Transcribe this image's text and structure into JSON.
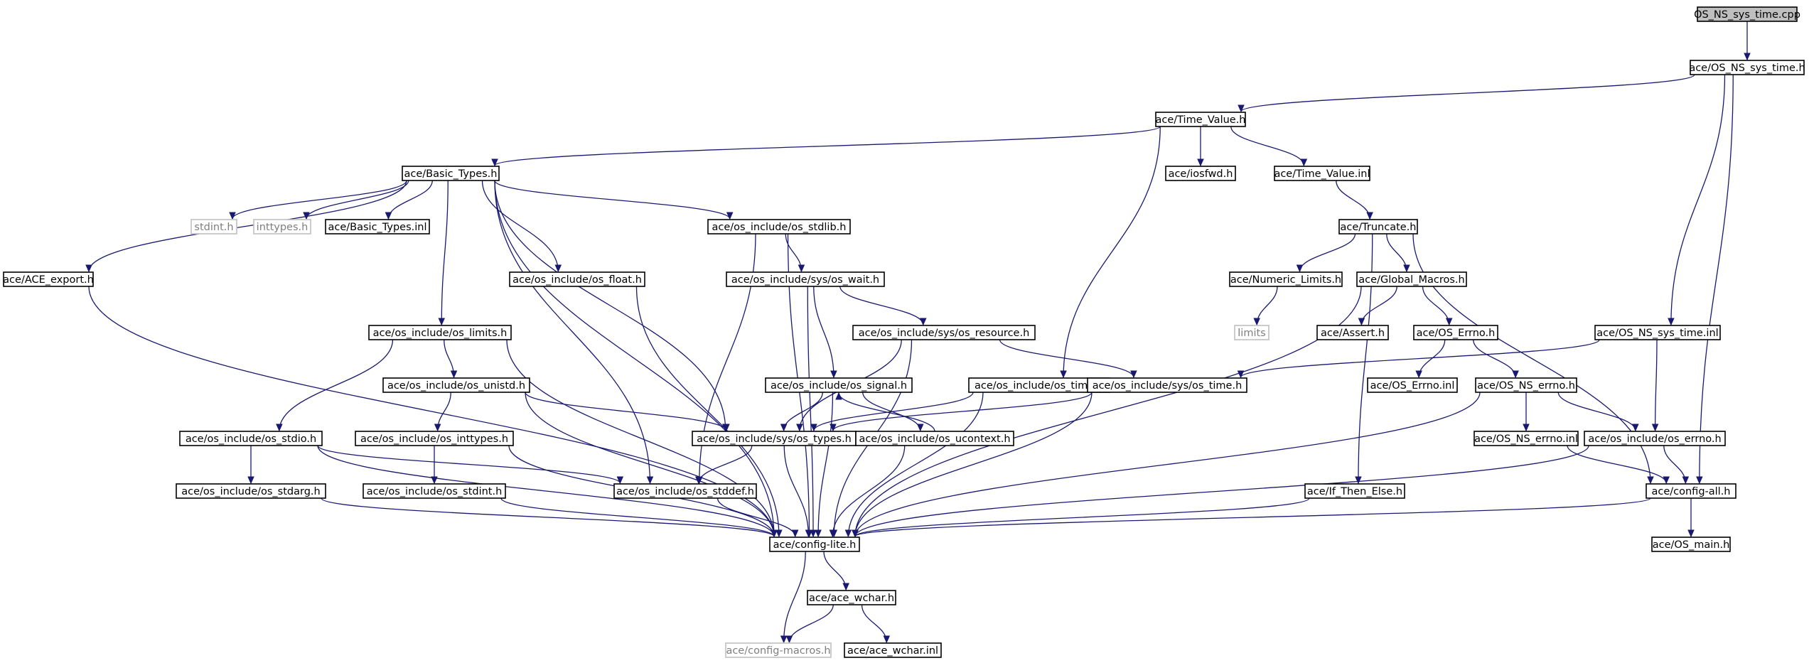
{
  "nodes": [
    {
      "id": "os_ns_sys_time_cpp",
      "label": "OS_NS_sys_time.cpp",
      "kind": "root"
    },
    {
      "id": "ace_os_ns_sys_time_h",
      "label": "ace/OS_NS_sys_time.h",
      "kind": "normal"
    },
    {
      "id": "ace_time_value_h",
      "label": "ace/Time_Value.h",
      "kind": "normal"
    },
    {
      "id": "ace_basic_types_h",
      "label": "ace/Basic_Types.h",
      "kind": "normal"
    },
    {
      "id": "ace_iosfwd_h",
      "label": "ace/iosfwd.h",
      "kind": "normal"
    },
    {
      "id": "ace_time_value_inl",
      "label": "ace/Time_Value.inl",
      "kind": "normal"
    },
    {
      "id": "stdint_h",
      "label": "stdint.h",
      "kind": "ext"
    },
    {
      "id": "inttypes_h",
      "label": "inttypes.h",
      "kind": "ext"
    },
    {
      "id": "ace_basic_types_inl",
      "label": "ace/Basic_Types.inl",
      "kind": "normal"
    },
    {
      "id": "os_stdlib_h",
      "label": "ace/os_include/os_stdlib.h",
      "kind": "normal"
    },
    {
      "id": "ace_truncate_h",
      "label": "ace/Truncate.h",
      "kind": "normal"
    },
    {
      "id": "ace_ace_export_h",
      "label": "ace/ACE_export.h",
      "kind": "normal"
    },
    {
      "id": "os_float_h",
      "label": "ace/os_include/os_float.h",
      "kind": "normal"
    },
    {
      "id": "os_sys_wait_h",
      "label": "ace/os_include/sys/os_wait.h",
      "kind": "normal"
    },
    {
      "id": "ace_numeric_limits_h",
      "label": "ace/Numeric_Limits.h",
      "kind": "normal"
    },
    {
      "id": "ace_global_macros_h",
      "label": "ace/Global_Macros.h",
      "kind": "normal"
    },
    {
      "id": "os_limits_h",
      "label": "ace/os_include/os_limits.h",
      "kind": "normal"
    },
    {
      "id": "os_sys_resource_h",
      "label": "ace/os_include/sys/os_resource.h",
      "kind": "normal"
    },
    {
      "id": "limits",
      "label": "limits",
      "kind": "ext"
    },
    {
      "id": "ace_assert_h",
      "label": "ace/Assert.h",
      "kind": "normal"
    },
    {
      "id": "ace_os_errno_h",
      "label": "ace/OS_Errno.h",
      "kind": "normal"
    },
    {
      "id": "ace_os_ns_sys_time_inl",
      "label": "ace/OS_NS_sys_time.inl",
      "kind": "normal"
    },
    {
      "id": "os_unistd_h",
      "label": "ace/os_include/os_unistd.h",
      "kind": "normal"
    },
    {
      "id": "os_signal_h",
      "label": "ace/os_include/os_signal.h",
      "kind": "normal"
    },
    {
      "id": "os_time_h",
      "label": "ace/os_include/os_time.h",
      "kind": "normal"
    },
    {
      "id": "os_sys_time_h",
      "label": "ace/os_include/sys/os_time.h",
      "kind": "normal"
    },
    {
      "id": "ace_os_errno_inl",
      "label": "ace/OS_Errno.inl",
      "kind": "normal"
    },
    {
      "id": "ace_os_ns_errno_h",
      "label": "ace/OS_NS_errno.h",
      "kind": "normal"
    },
    {
      "id": "os_stdio_h",
      "label": "ace/os_include/os_stdio.h",
      "kind": "normal"
    },
    {
      "id": "os_inttypes_h",
      "label": "ace/os_include/os_inttypes.h",
      "kind": "normal"
    },
    {
      "id": "os_sys_types_h",
      "label": "ace/os_include/sys/os_types.h",
      "kind": "normal"
    },
    {
      "id": "os_ucontext_h",
      "label": "ace/os_include/os_ucontext.h",
      "kind": "normal"
    },
    {
      "id": "ace_os_ns_errno_inl",
      "label": "ace/OS_NS_errno.inl",
      "kind": "normal"
    },
    {
      "id": "os_errno_h",
      "label": "ace/os_include/os_errno.h",
      "kind": "normal"
    },
    {
      "id": "os_stdarg_h",
      "label": "ace/os_include/os_stdarg.h",
      "kind": "normal"
    },
    {
      "id": "os_stdint_h",
      "label": "ace/os_include/os_stdint.h",
      "kind": "normal"
    },
    {
      "id": "os_stddef_h",
      "label": "ace/os_include/os_stddef.h",
      "kind": "normal"
    },
    {
      "id": "ace_if_then_else_h",
      "label": "ace/If_Then_Else.h",
      "kind": "normal"
    },
    {
      "id": "ace_config_all_h",
      "label": "ace/config-all.h",
      "kind": "normal"
    },
    {
      "id": "ace_config_lite_h",
      "label": "ace/config-lite.h",
      "kind": "normal"
    },
    {
      "id": "ace_os_main_h",
      "label": "ace/OS_main.h",
      "kind": "normal"
    },
    {
      "id": "ace_ace_wchar_h",
      "label": "ace/ace_wchar.h",
      "kind": "normal"
    },
    {
      "id": "ace_config_macros_h",
      "label": "ace/config-macros.h",
      "kind": "ext"
    },
    {
      "id": "ace_ace_wchar_inl",
      "label": "ace/ace_wchar.inl",
      "kind": "normal"
    }
  ],
  "edges": [
    [
      "os_ns_sys_time_cpp",
      "ace_os_ns_sys_time_h"
    ],
    [
      "ace_os_ns_sys_time_h",
      "ace_time_value_h"
    ],
    [
      "ace_os_ns_sys_time_h",
      "ace_os_ns_sys_time_inl"
    ],
    [
      "ace_os_ns_sys_time_h",
      "ace_config_all_h"
    ],
    [
      "ace_time_value_h",
      "ace_basic_types_h"
    ],
    [
      "ace_time_value_h",
      "ace_iosfwd_h"
    ],
    [
      "ace_time_value_h",
      "ace_time_value_inl"
    ],
    [
      "ace_time_value_h",
      "os_time_h"
    ],
    [
      "ace_basic_types_h",
      "stdint_h"
    ],
    [
      "ace_basic_types_h",
      "inttypes_h"
    ],
    [
      "ace_basic_types_h",
      "ace_basic_types_inl"
    ],
    [
      "ace_basic_types_h",
      "os_stdlib_h"
    ],
    [
      "ace_basic_types_h",
      "ace_ace_export_h"
    ],
    [
      "ace_basic_types_h",
      "os_float_h"
    ],
    [
      "ace_basic_types_h",
      "os_limits_h"
    ],
    [
      "ace_basic_types_h",
      "os_sys_types_h"
    ],
    [
      "ace_basic_types_h",
      "os_stddef_h"
    ],
    [
      "ace_basic_types_h",
      "ace_config_lite_h"
    ],
    [
      "ace_time_value_inl",
      "ace_truncate_h"
    ],
    [
      "ace_truncate_h",
      "ace_numeric_limits_h"
    ],
    [
      "ace_truncate_h",
      "ace_global_macros_h"
    ],
    [
      "ace_truncate_h",
      "ace_if_then_else_h"
    ],
    [
      "ace_truncate_h",
      "ace_config_all_h"
    ],
    [
      "os_stdlib_h",
      "os_sys_wait_h"
    ],
    [
      "os_stdlib_h",
      "os_stddef_h"
    ],
    [
      "os_stdlib_h",
      "ace_config_lite_h"
    ],
    [
      "ace_ace_export_h",
      "ace_config_lite_h"
    ],
    [
      "os_float_h",
      "ace_config_lite_h"
    ],
    [
      "os_sys_wait_h",
      "os_sys_resource_h"
    ],
    [
      "os_sys_wait_h",
      "os_signal_h"
    ],
    [
      "os_sys_wait_h",
      "ace_config_lite_h"
    ],
    [
      "ace_numeric_limits_h",
      "limits"
    ],
    [
      "ace_global_macros_h",
      "ace_assert_h"
    ],
    [
      "ace_global_macros_h",
      "ace_os_errno_h"
    ],
    [
      "ace_global_macros_h",
      "ace_config_lite_h"
    ],
    [
      "os_limits_h",
      "os_unistd_h"
    ],
    [
      "os_limits_h",
      "os_stdio_h"
    ],
    [
      "os_limits_h",
      "ace_config_lite_h"
    ],
    [
      "os_sys_resource_h",
      "os_sys_time_h"
    ],
    [
      "os_sys_resource_h",
      "os_sys_types_h"
    ],
    [
      "os_sys_resource_h",
      "ace_config_lite_h"
    ],
    [
      "ace_os_errno_h",
      "ace_os_errno_inl"
    ],
    [
      "ace_os_errno_h",
      "ace_os_ns_errno_h"
    ],
    [
      "ace_os_ns_sys_time_inl",
      "os_sys_time_h"
    ],
    [
      "ace_os_ns_sys_time_inl",
      "os_errno_h"
    ],
    [
      "os_unistd_h",
      "os_inttypes_h"
    ],
    [
      "os_unistd_h",
      "os_sys_types_h"
    ],
    [
      "os_unistd_h",
      "ace_config_lite_h"
    ],
    [
      "os_signal_h",
      "os_sys_types_h"
    ],
    [
      "os_signal_h",
      "os_ucontext_h"
    ],
    [
      "os_signal_h",
      "ace_config_lite_h"
    ],
    [
      "os_time_h",
      "os_sys_types_h"
    ],
    [
      "os_time_h",
      "ace_config_lite_h"
    ],
    [
      "os_sys_time_h",
      "os_sys_types_h"
    ],
    [
      "os_sys_time_h",
      "ace_config_lite_h"
    ],
    [
      "ace_os_ns_errno_h",
      "ace_os_ns_errno_inl"
    ],
    [
      "ace_os_ns_errno_h",
      "os_errno_h"
    ],
    [
      "ace_os_ns_errno_h",
      "ace_config_lite_h"
    ],
    [
      "os_stdio_h",
      "os_stdarg_h"
    ],
    [
      "os_stdio_h",
      "os_stddef_h"
    ],
    [
      "os_stdio_h",
      "ace_config_lite_h"
    ],
    [
      "os_inttypes_h",
      "os_stdint_h"
    ],
    [
      "os_inttypes_h",
      "ace_config_lite_h"
    ],
    [
      "os_sys_types_h",
      "os_stddef_h"
    ],
    [
      "os_sys_types_h",
      "ace_config_lite_h"
    ],
    [
      "os_ucontext_h",
      "os_signal_h"
    ],
    [
      "os_ucontext_h",
      "ace_config_lite_h"
    ],
    [
      "ace_os_ns_errno_inl",
      "ace_config_all_h"
    ],
    [
      "os_errno_h",
      "ace_config_all_h"
    ],
    [
      "os_errno_h",
      "ace_config_lite_h"
    ],
    [
      "os_stdarg_h",
      "ace_config_lite_h"
    ],
    [
      "os_stdint_h",
      "ace_config_lite_h"
    ],
    [
      "os_stddef_h",
      "ace_config_lite_h"
    ],
    [
      "ace_if_then_else_h",
      "ace_config_lite_h"
    ],
    [
      "ace_config_all_h",
      "ace_config_lite_h"
    ],
    [
      "ace_config_all_h",
      "ace_os_main_h"
    ],
    [
      "ace_config_lite_h",
      "ace_ace_wchar_h"
    ],
    [
      "ace_config_lite_h",
      "ace_config_macros_h"
    ],
    [
      "ace_ace_wchar_h",
      "ace_config_macros_h"
    ],
    [
      "ace_ace_wchar_h",
      "ace_ace_wchar_inl"
    ]
  ]
}
